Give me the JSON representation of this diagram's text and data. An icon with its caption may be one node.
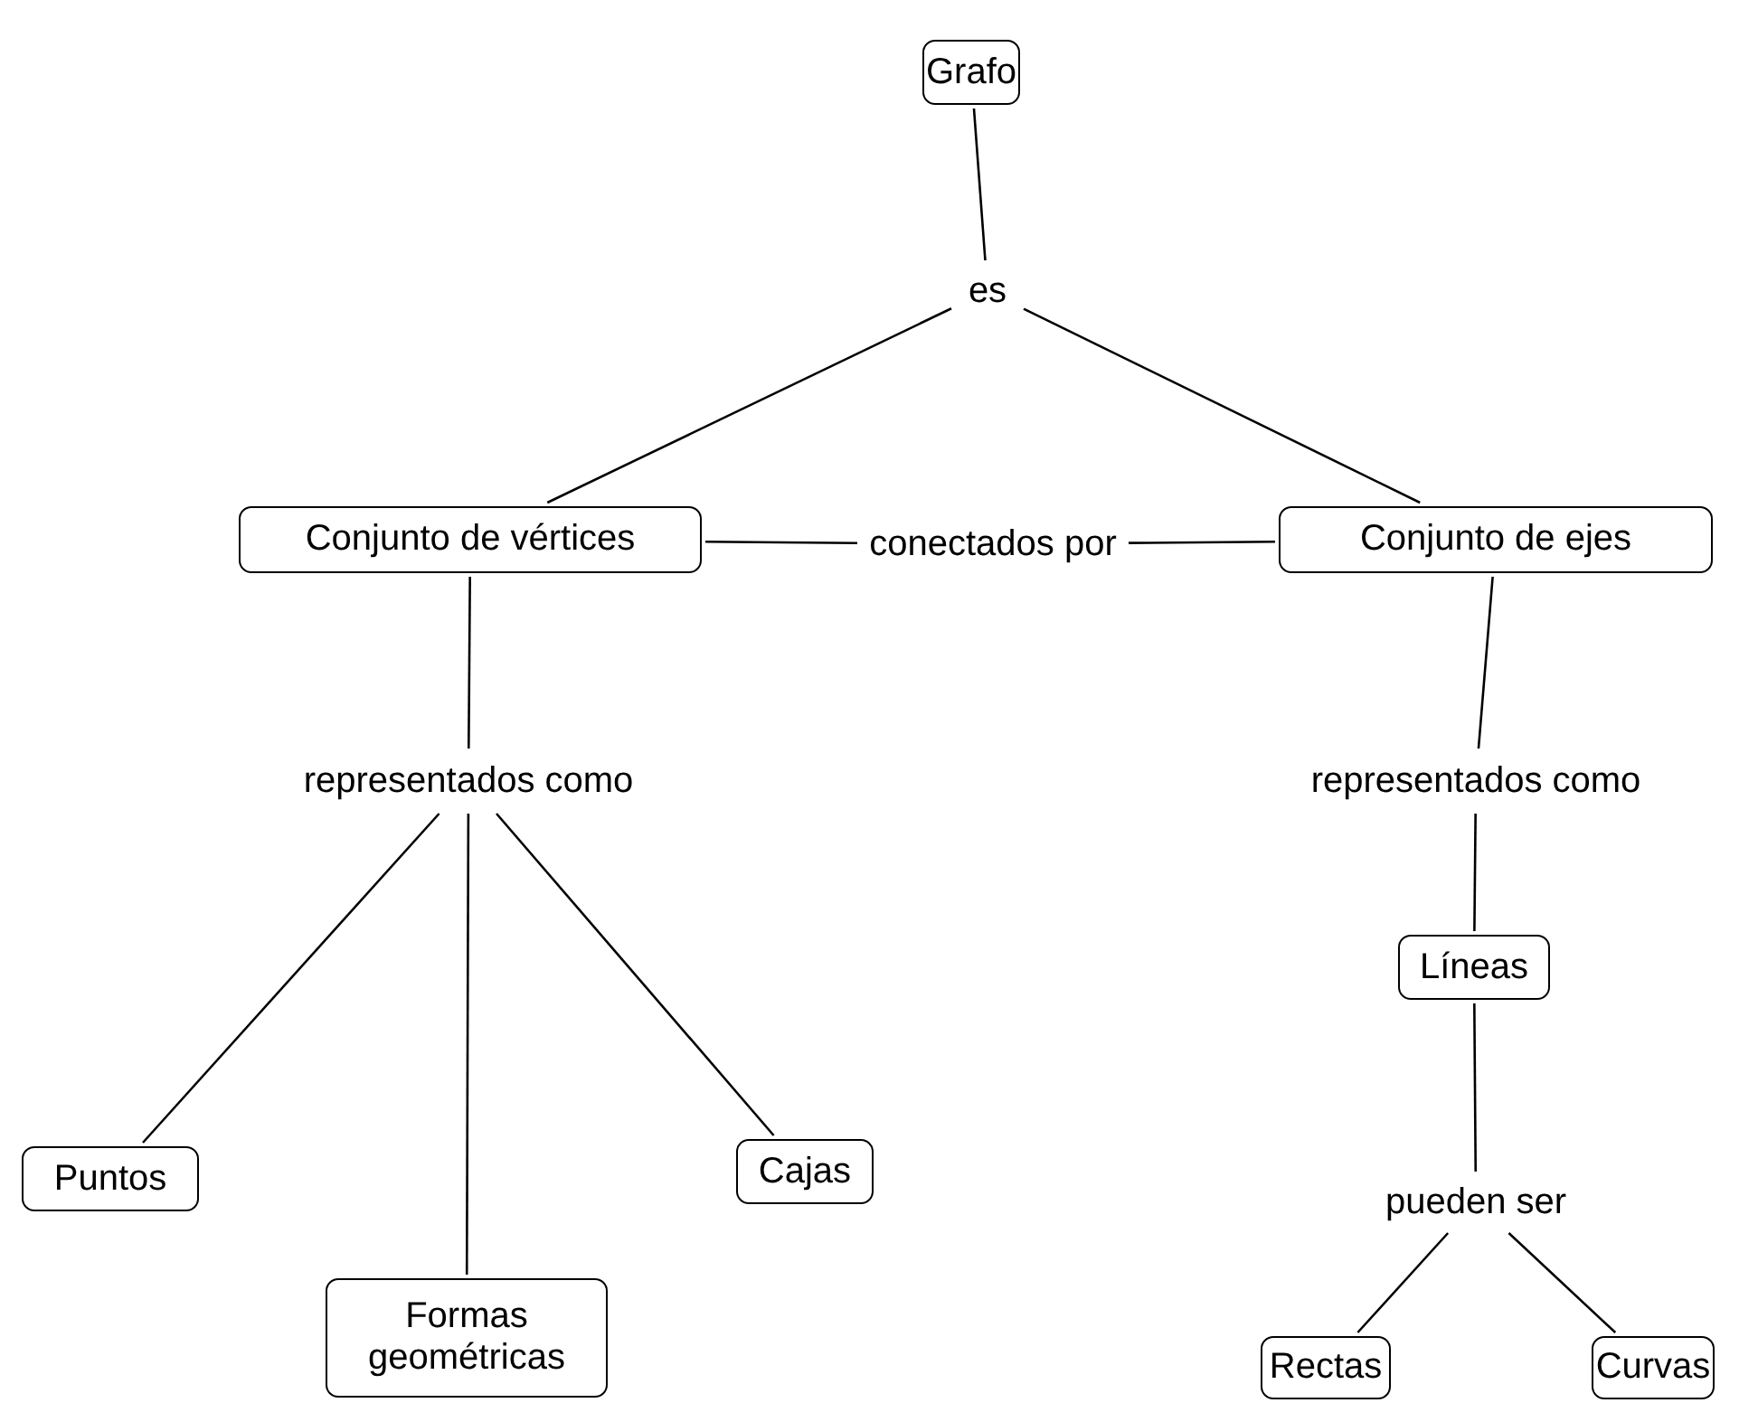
{
  "diagram": {
    "nodes": [
      {
        "text": [
          "Grafo"
        ]
      },
      {
        "text": [
          "es"
        ]
      },
      {
        "text": [
          "Conjunto de vértices"
        ]
      },
      {
        "text": [
          "conectados por"
        ]
      },
      {
        "text": [
          "Conjunto de ejes"
        ]
      },
      {
        "text": [
          "representados como"
        ]
      },
      {
        "text": [
          "representados como"
        ]
      },
      {
        "text": [
          "Líneas"
        ]
      },
      {
        "text": [
          "Puntos"
        ]
      },
      {
        "text": [
          "Formas geométricas"
        ]
      },
      {
        "text": [
          "Cajas"
        ]
      },
      {
        "text": [
          "pueden ser"
        ]
      },
      {
        "text": [
          "Rectas"
        ]
      },
      {
        "text": [
          "Curvas"
        ]
      }
    ],
    "edges": [
      {
        "from": 0,
        "to": 1,
        "arrow": "none"
      },
      {
        "from": 1,
        "to": 2,
        "arrow": "none"
      },
      {
        "from": 1,
        "to": 4,
        "arrow": "none"
      },
      {
        "from": 2,
        "to": 3,
        "arrow": "none"
      },
      {
        "from": 3,
        "to": 4,
        "arrow": "none"
      },
      {
        "from": 2,
        "to": 5,
        "arrow": "none"
      },
      {
        "from": 4,
        "to": 6,
        "arrow": "none"
      },
      {
        "from": 6,
        "to": 7,
        "arrow": "none"
      },
      {
        "from": 5,
        "to": 8,
        "arrow": "none"
      },
      {
        "from": 5,
        "to": 9,
        "arrow": "none"
      },
      {
        "from": 5,
        "to": 10,
        "arrow": "none"
      },
      {
        "from": 7,
        "to": 11,
        "arrow": "none"
      },
      {
        "from": 11,
        "to": 12,
        "arrow": "none"
      },
      {
        "from": 11,
        "to": 13,
        "arrow": "none"
      }
    ]
  }
}
